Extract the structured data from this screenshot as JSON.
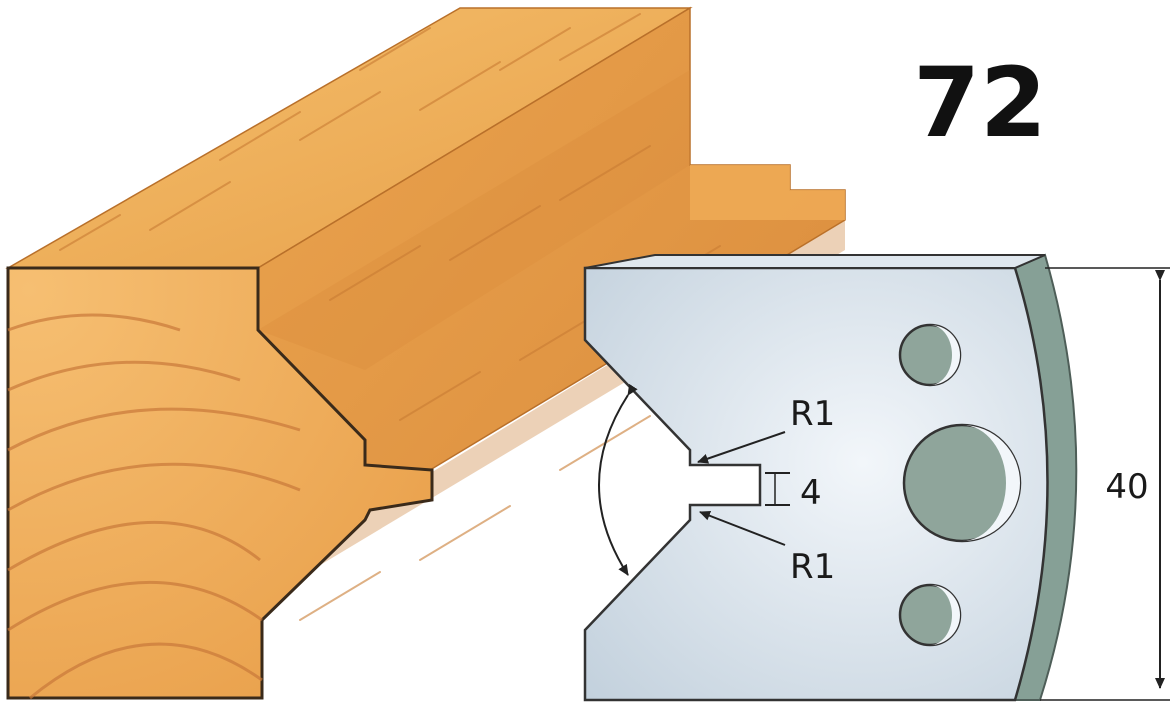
{
  "model_number": "72",
  "labels": {
    "radius_top": "R1",
    "radius_bottom": "R1",
    "slot_width": "4",
    "height": "40"
  },
  "colors": {
    "wood_light": "#f2b55e",
    "wood_mid": "#e69a3c",
    "wood_dark": "#c9762a",
    "steel": "#c9d6e2",
    "steel_edge": "#8fa39a",
    "steel_bevel": "#7f9a8c",
    "outline": "#333333"
  }
}
